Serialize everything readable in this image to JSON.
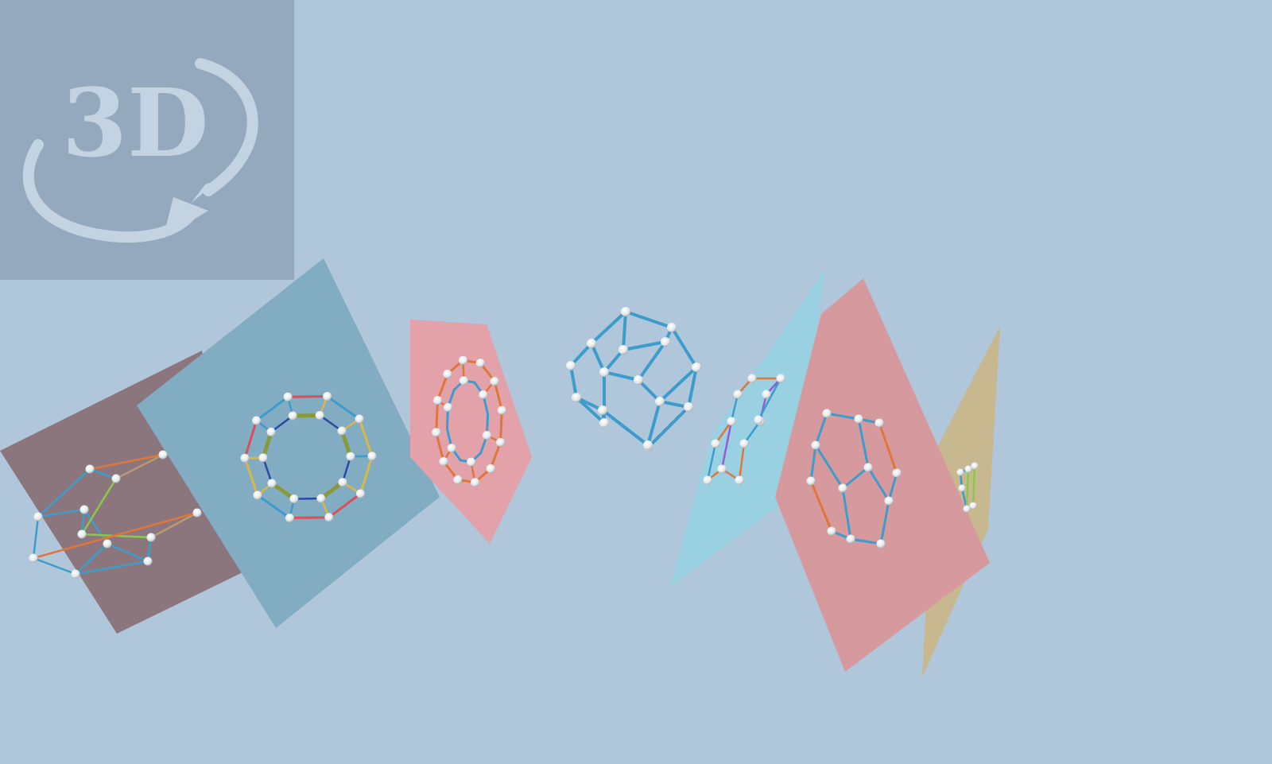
{
  "badge": {
    "label": "3D",
    "icon": "rotate-3d-icon",
    "background_color": "#94a9bd",
    "foreground_color": "#c3d3e2"
  },
  "viewport": {
    "background_color": "#b0c6da",
    "description_icon": "polyhedral-net-viewer"
  },
  "faces": [
    {
      "name": "brown-plane",
      "color": "#8c767d"
    },
    {
      "name": "steel-blue-plane",
      "color": "#82acc2"
    },
    {
      "name": "pink-plane-left",
      "color": "#e3a1a9"
    },
    {
      "name": "cyan-plane",
      "color": "#99d0e2"
    },
    {
      "name": "pink-plane-right",
      "color": "#d69a9e"
    },
    {
      "name": "tan-plane",
      "color": "#c8b88f"
    }
  ],
  "edge_colors": {
    "blue": "#3c9ccc",
    "orange": "#e0763a",
    "red": "#d8505a",
    "yellow": "#d8b84a",
    "navy": "#2a4aa8",
    "olive": "#889a3a",
    "green": "#8ac84a",
    "tan": "#b89a70",
    "purple": "#9a5ad8",
    "node": "#eef2f4"
  }
}
